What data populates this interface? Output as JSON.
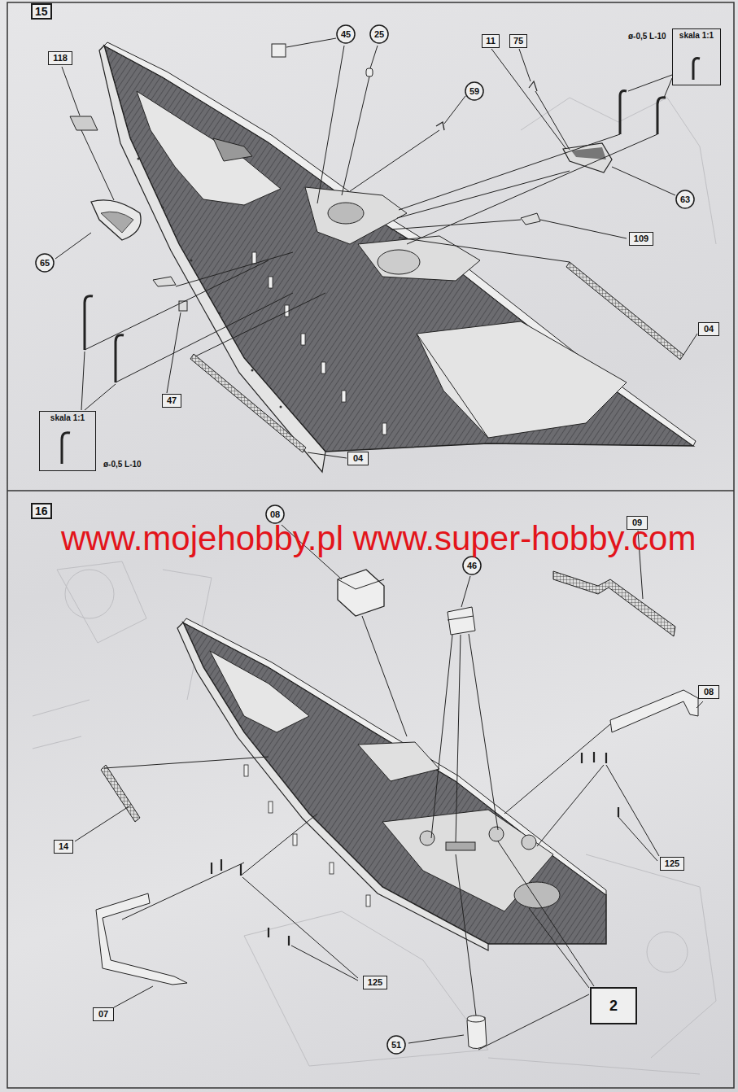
{
  "diagram": {
    "nodes": [
      {
        "text": [
          "15"
        ]
      },
      {
        "text": [
          "118"
        ]
      },
      {
        "text": [
          "45"
        ]
      },
      {
        "text": [
          "25"
        ]
      },
      {
        "text": [
          "11"
        ]
      },
      {
        "text": [
          "75"
        ]
      },
      {
        "text": [
          "skala 1:1"
        ]
      },
      {
        "text": [
          "59"
        ]
      },
      {
        "text": [
          "63"
        ]
      },
      {
        "text": [
          "109"
        ]
      },
      {
        "text": [
          "65"
        ]
      },
      {
        "text": [
          "04"
        ]
      },
      {
        "text": [
          "47"
        ]
      },
      {
        "text": [
          "skala 1:1"
        ]
      },
      {
        "text": [
          "04"
        ]
      },
      {
        "text": [
          "16"
        ]
      },
      {
        "text": [
          "08"
        ]
      },
      {
        "text": [
          "46"
        ]
      },
      {
        "text": [
          "09"
        ]
      },
      {
        "text": [
          "08"
        ]
      },
      {
        "text": [
          "14"
        ]
      },
      {
        "text": [
          "125"
        ]
      },
      {
        "text": [
          "125"
        ]
      },
      {
        "text": [
          "07"
        ]
      },
      {
        "text": [
          "2"
        ]
      },
      {
        "text": [
          "51"
        ]
      }
    ],
    "labels": [
      "ø-0,5 L-10",
      "ø-0,5 L-10",
      "www.mojehobby.pl www.super-hobby.com"
    ]
  }
}
